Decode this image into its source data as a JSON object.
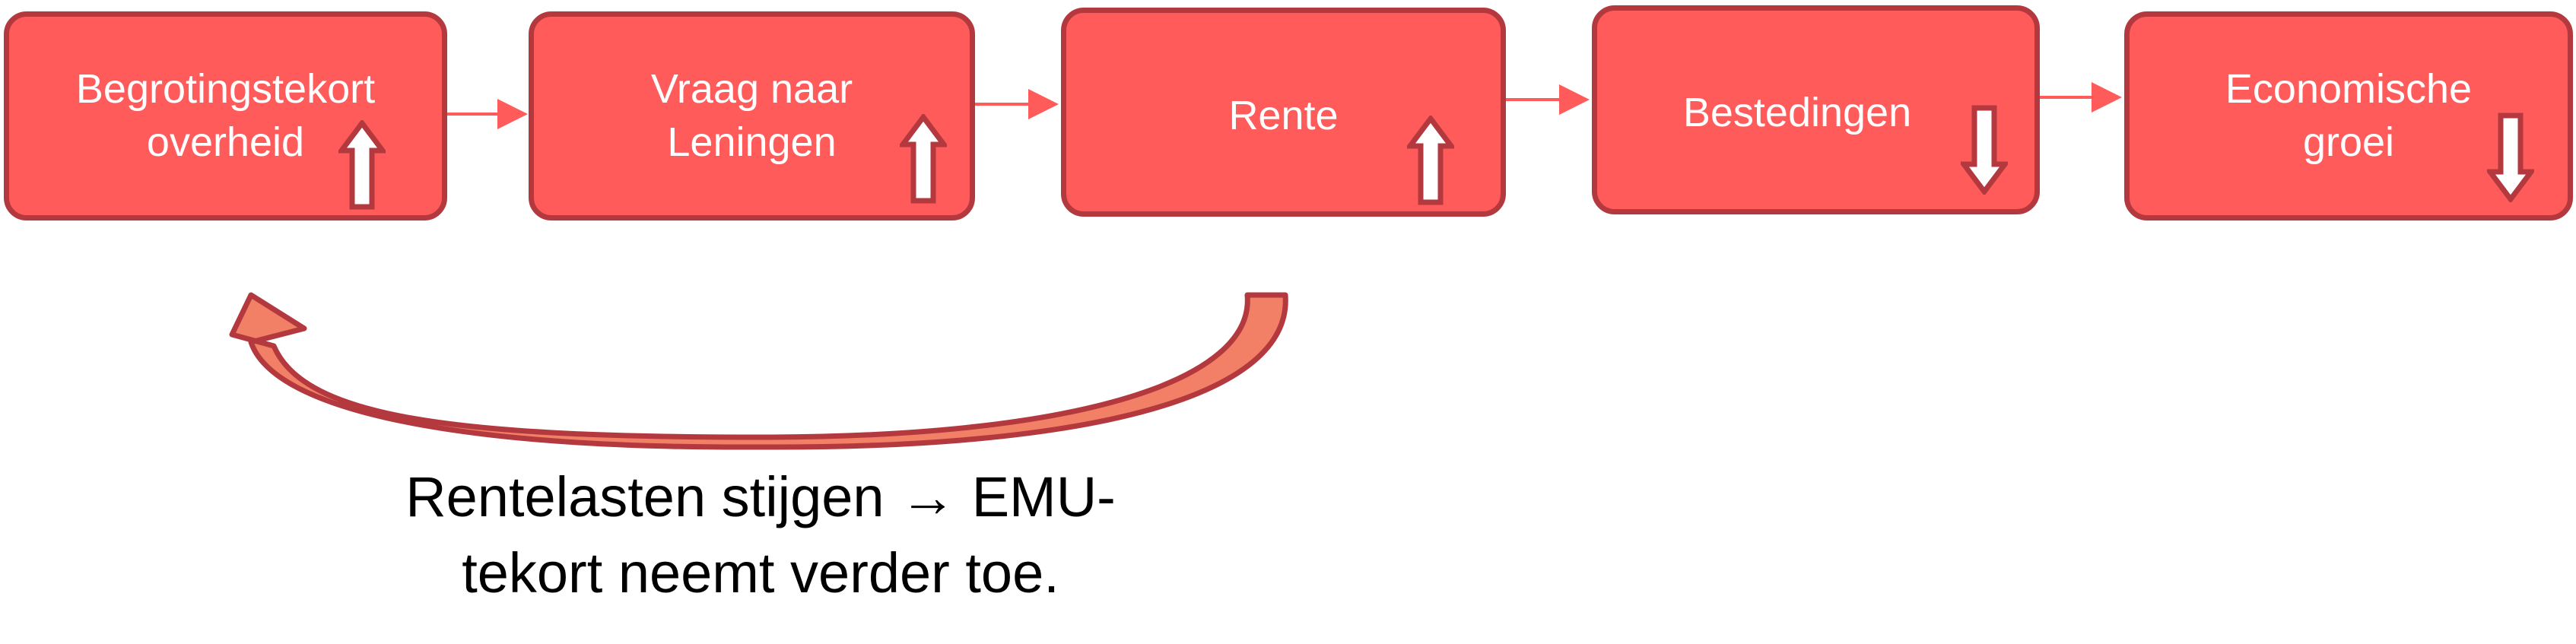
{
  "boxes": [
    {
      "label": "Begrotingstekort\noverheid",
      "direction": "up"
    },
    {
      "label": "Vraag naar\nLeningen",
      "direction": "up"
    },
    {
      "label": "Rente",
      "direction": "up"
    },
    {
      "label": "Bestedingen",
      "direction": "down"
    },
    {
      "label": "Economische\ngroei",
      "direction": "down"
    }
  ],
  "caption": "Rentelasten stijgen → EMU-\ntekort neemt verder toe.",
  "colors": {
    "box_fill": "#ff5b5b",
    "box_border": "#b4393f",
    "connector": "#ff5b5b",
    "feedback_fill": "#f28066",
    "feedback_border": "#b4393f"
  }
}
